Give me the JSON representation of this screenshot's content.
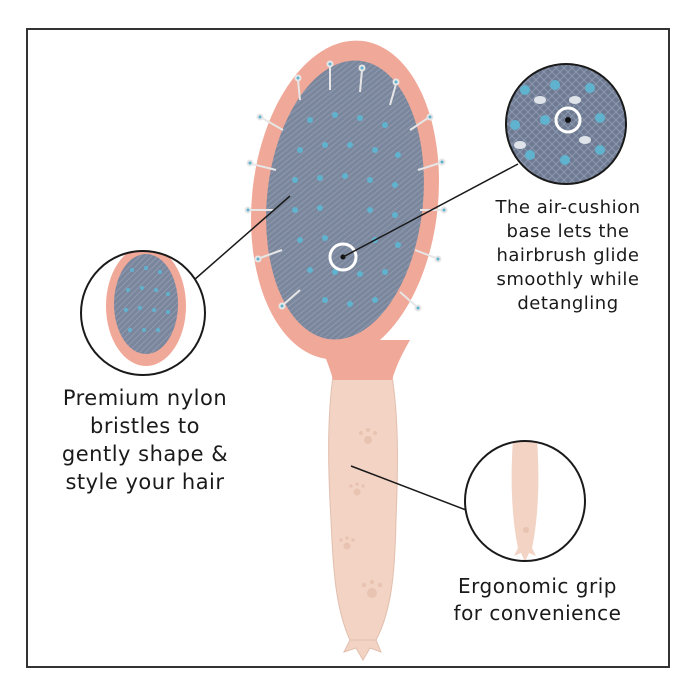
{
  "captions": {
    "air_cushion": {
      "line1": "The air-cushion",
      "line2": "base lets the",
      "line3": "hairbrush glide",
      "line4": "smoothly while",
      "line5": "detangling"
    },
    "nylon": {
      "line1": "Premium nylon",
      "line2": "bristles to",
      "line3": "gently shape &",
      "line4": "style your hair"
    },
    "grip": {
      "line1": "Ergonomic grip",
      "line2": "for convenience"
    }
  },
  "colors": {
    "frame": "#333333",
    "brush_pink": "#f0a898",
    "handle_beige": "#f2d3c4",
    "cushion_gray": "#7a869c",
    "bristle_tip": "#5fb3cf",
    "bristle_shaft": "#e6e6e6",
    "callout_line": "#1a1a1a"
  },
  "icons": {
    "detail_cushion": "magnified-cushion-circle",
    "detail_brush": "magnified-brush-circle",
    "detail_handle": "magnified-handle-circle",
    "target_ring": "target-ring-icon"
  }
}
